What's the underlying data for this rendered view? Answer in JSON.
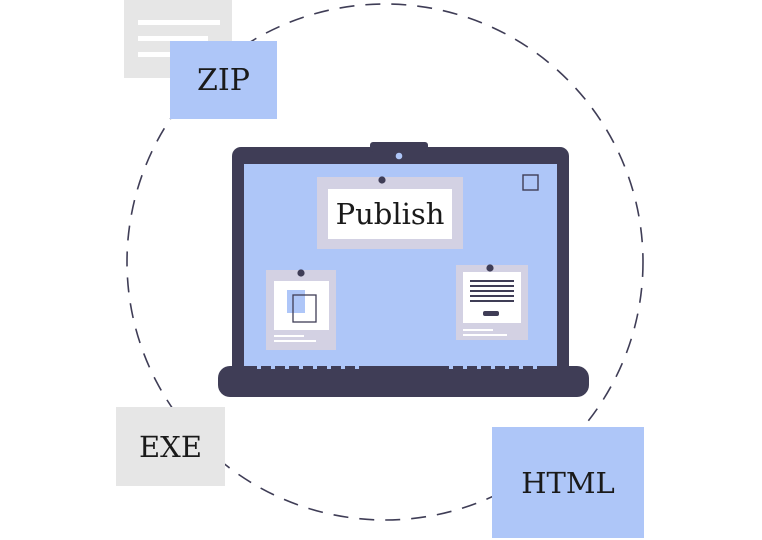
{
  "labels": {
    "zip": "ZIP",
    "exe": "EXE",
    "html": "HTML",
    "publish": "Publish"
  },
  "colors": {
    "laptop_frame": "#3f3d56",
    "screen": "#aec6f8",
    "tile_blue": "#aec6f8",
    "tile_gray": "#e6e6e6",
    "dash_circle": "#3f3d56"
  },
  "icons": [
    "document-icon",
    "image-card-icon",
    "text-card-icon",
    "window-square-icon",
    "webcam-dot"
  ]
}
